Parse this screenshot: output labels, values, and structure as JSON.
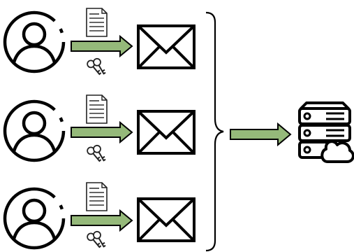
{
  "diagram": {
    "rows": [
      {
        "id": "row-1",
        "user_icon": "user-icon",
        "document_icon": "document-icon",
        "key_icon": "keys-icon",
        "arrow_color": "#95b97a",
        "envelope_icon": "envelope-icon"
      },
      {
        "id": "row-2",
        "user_icon": "user-icon",
        "document_icon": "document-icon",
        "key_icon": "keys-icon",
        "arrow_color": "#95b97a",
        "envelope_icon": "envelope-icon"
      },
      {
        "id": "row-3",
        "user_icon": "user-icon",
        "document_icon": "document-icon",
        "key_icon": "keys-icon",
        "arrow_color": "#95b97a",
        "envelope_icon": "envelope-icon"
      }
    ],
    "grouping": "right-curly-brace",
    "output_arrow_color": "#95b97a",
    "destination_icon": "server-cloud-icon",
    "stroke_color": "#000000"
  }
}
